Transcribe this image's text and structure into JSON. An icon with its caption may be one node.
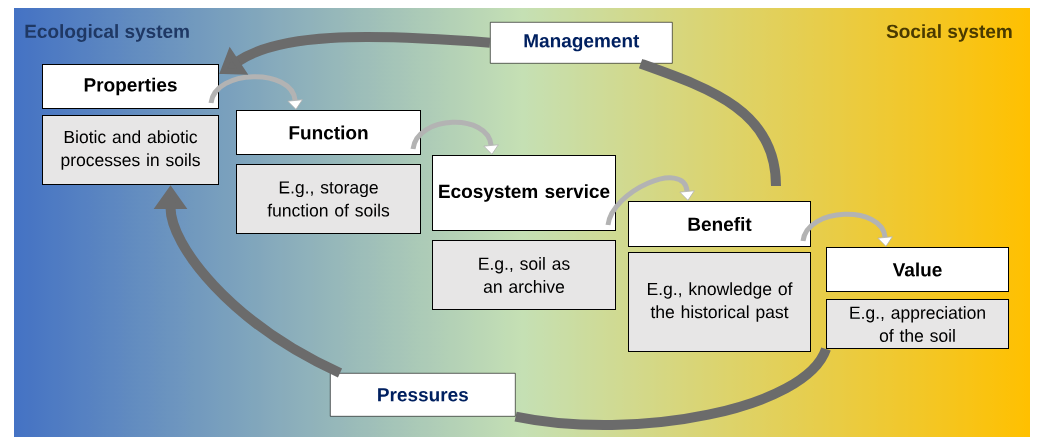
{
  "diagram": {
    "nodes": [
      {
        "text": [
          "Properties"
        ]
      },
      {
        "text": [
          "Biotic and abiotic processes in soils"
        ]
      },
      {
        "text": [
          "Function"
        ]
      },
      {
        "text": [
          "E.g., storage function of soils"
        ]
      },
      {
        "text": [
          "Ecosystem service"
        ]
      },
      {
        "text": [
          "E.g., soil as an archive"
        ]
      },
      {
        "text": [
          "Benefit"
        ]
      },
      {
        "text": [
          "E.g., knowledge of the historical past"
        ]
      },
      {
        "text": [
          "Value"
        ]
      },
      {
        "text": [
          "E.g., appreciation of the soil"
        ]
      },
      {
        "text": [
          "Management"
        ]
      },
      {
        "text": [
          "Pressures"
        ]
      }
    ],
    "edges": [
      {
        "from": 0,
        "to": 2,
        "arrow": "to"
      },
      {
        "from": 2,
        "to": 4,
        "arrow": "to"
      },
      {
        "from": 4,
        "to": 6,
        "arrow": "to"
      },
      {
        "from": 6,
        "to": 8,
        "arrow": "to"
      },
      {
        "from": 6,
        "to": 10,
        "arrow": "none",
        "style": "thick",
        "color": "#6b6b6b"
      },
      {
        "from": 10,
        "to": 0,
        "arrow": "to",
        "style": "thick",
        "color": "#6b6b6b"
      },
      {
        "from": 9,
        "to": 11,
        "arrow": "none",
        "style": "thick",
        "color": "#6b6b6b"
      },
      {
        "from": 11,
        "to": 1,
        "arrow": "to",
        "style": "thick",
        "color": "#6b6b6b"
      }
    ],
    "labels": [
      "Ecological system",
      "Social system"
    ]
  }
}
